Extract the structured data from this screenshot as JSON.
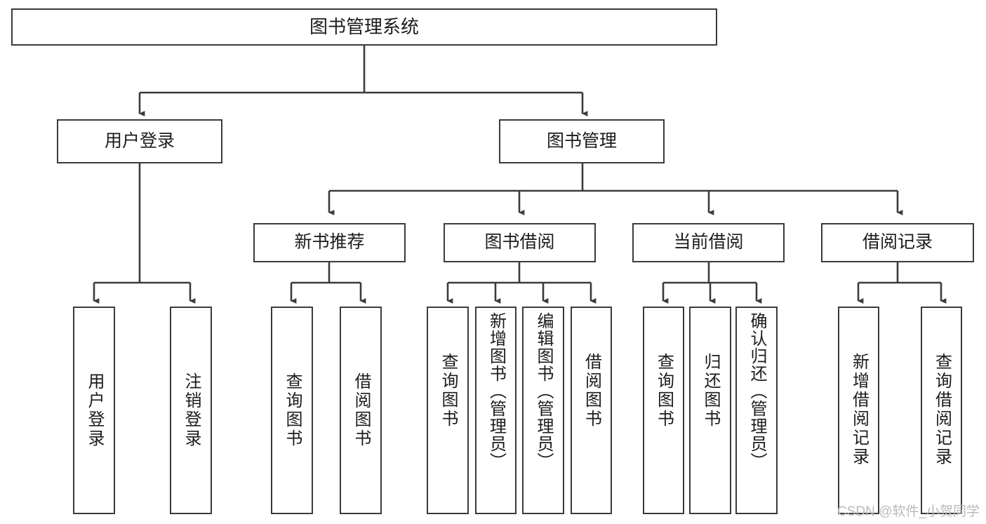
{
  "diagram": {
    "type": "tree-hierarchy",
    "title": "图书管理系统",
    "levels": {
      "root": {
        "label": "图书管理系统"
      },
      "level2": [
        {
          "label": "用户登录"
        },
        {
          "label": "图书管理"
        }
      ],
      "level3": [
        {
          "label": "新书推荐"
        },
        {
          "label": "图书借阅"
        },
        {
          "label": "当前借阅"
        },
        {
          "label": "借阅记录"
        }
      ],
      "leaves": {
        "user_login": [
          {
            "label": "用户登录"
          },
          {
            "label": "注销登录"
          }
        ],
        "new_book_recommend": [
          {
            "label": "查询图书"
          },
          {
            "label": "借阅图书"
          }
        ],
        "book_borrow": [
          {
            "label": "查询图书"
          },
          {
            "label": "新增图书（管理员）"
          },
          {
            "label": "编辑图书（管理员）"
          },
          {
            "label": "借阅图书"
          }
        ],
        "current_borrow": [
          {
            "label": "查询图书"
          },
          {
            "label": "归还图书"
          },
          {
            "label": "确认归还（管理员）"
          }
        ],
        "borrow_record": [
          {
            "label": "新增借阅记录"
          },
          {
            "label": "查询借阅记录"
          }
        ]
      }
    },
    "watermark": "CSDN @软件_小贺同学",
    "colors": {
      "box_border": "#3b3b3b",
      "box_fill": "#ffffff",
      "text": "#1c1c1c",
      "connector": "#3b3b3b",
      "watermark": "#b9b9b9"
    }
  }
}
